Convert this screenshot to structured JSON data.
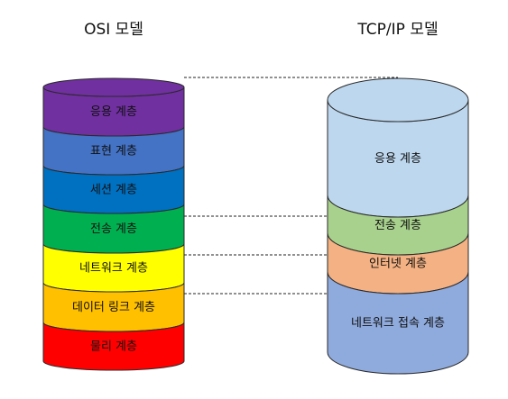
{
  "osi": {
    "title": "OSI 모델",
    "layers": [
      {
        "label": "응용 계층",
        "color": "#7030A0"
      },
      {
        "label": "표현 계층",
        "color": "#4472C4"
      },
      {
        "label": "세션 계층",
        "color": "#0070C0"
      },
      {
        "label": "전송 계층",
        "color": "#00B050"
      },
      {
        "label": "네트워크 계층",
        "color": "#FFFF00"
      },
      {
        "label": "데이터 링크 계층",
        "color": "#FFC000"
      },
      {
        "label": "물리 계층",
        "color": "#FF0000"
      }
    ]
  },
  "tcpip": {
    "title": "TCP/IP 모델",
    "layers": [
      {
        "label": "응용 계층",
        "color": "#BDD7EE"
      },
      {
        "label": "전송 계층",
        "color": "#A9D18E"
      },
      {
        "label": "인터넷 계층",
        "color": "#F4B183"
      },
      {
        "label": "네트워크 접속 계층",
        "color": "#8FAADC"
      }
    ]
  }
}
